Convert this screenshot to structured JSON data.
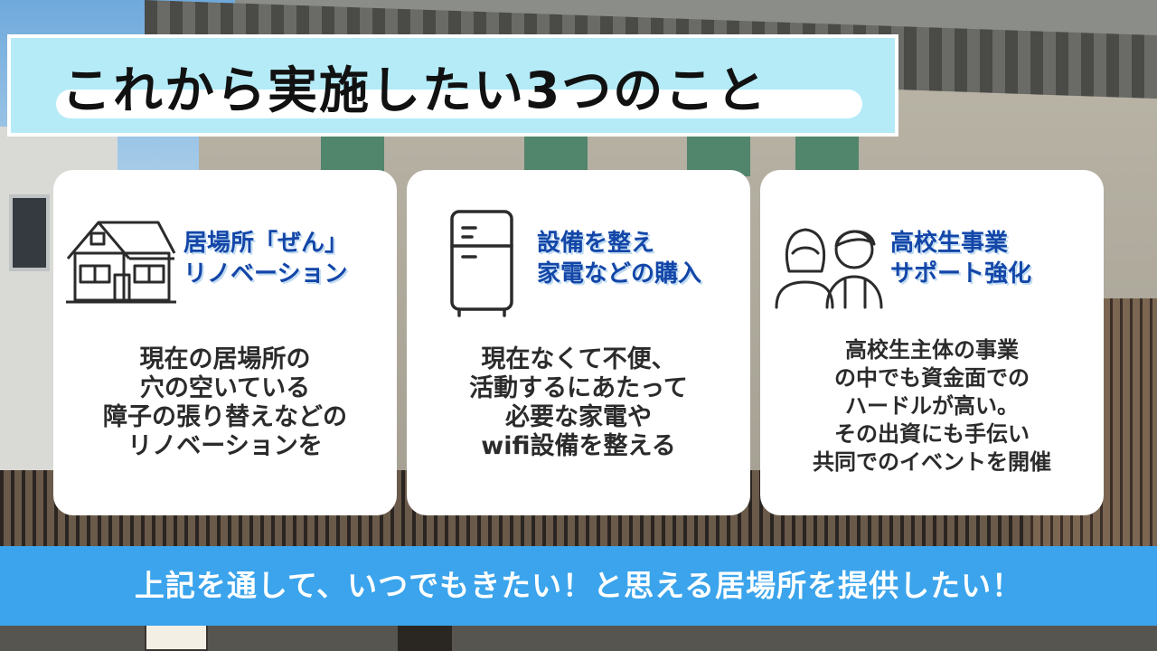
{
  "title": "これから実施したい3つのこと",
  "cards": [
    {
      "icon": "house-icon",
      "heading": [
        "居場所「ぜん」",
        "リノベーション"
      ],
      "body": [
        "現在の居場所の",
        "穴の空いている",
        "障子の張り替えなどの",
        "リノベーションを"
      ]
    },
    {
      "icon": "refrigerator-icon",
      "heading": [
        "設備を整え",
        "家電などの購入"
      ],
      "body": [
        "現在なくて不便、",
        "活動するにあたって",
        "必要な家電や",
        "wifi設備を整える"
      ]
    },
    {
      "icon": "students-icon",
      "heading": [
        "高校生事業",
        "サポート強化"
      ],
      "body": [
        "高校生主体の事業",
        "の中でも資金面での",
        "ハードルが高い。",
        "その出資にも手伝い",
        "共同でのイベントを開催"
      ]
    }
  ],
  "banner": "上記を通して、いつでもきたい！と思える居場所を提供したい！",
  "colors": {
    "title_background": "#b4ebf7",
    "heading_text": "#1346a8",
    "banner_background": "#3ba4ec",
    "card_background": "#ffffff"
  }
}
